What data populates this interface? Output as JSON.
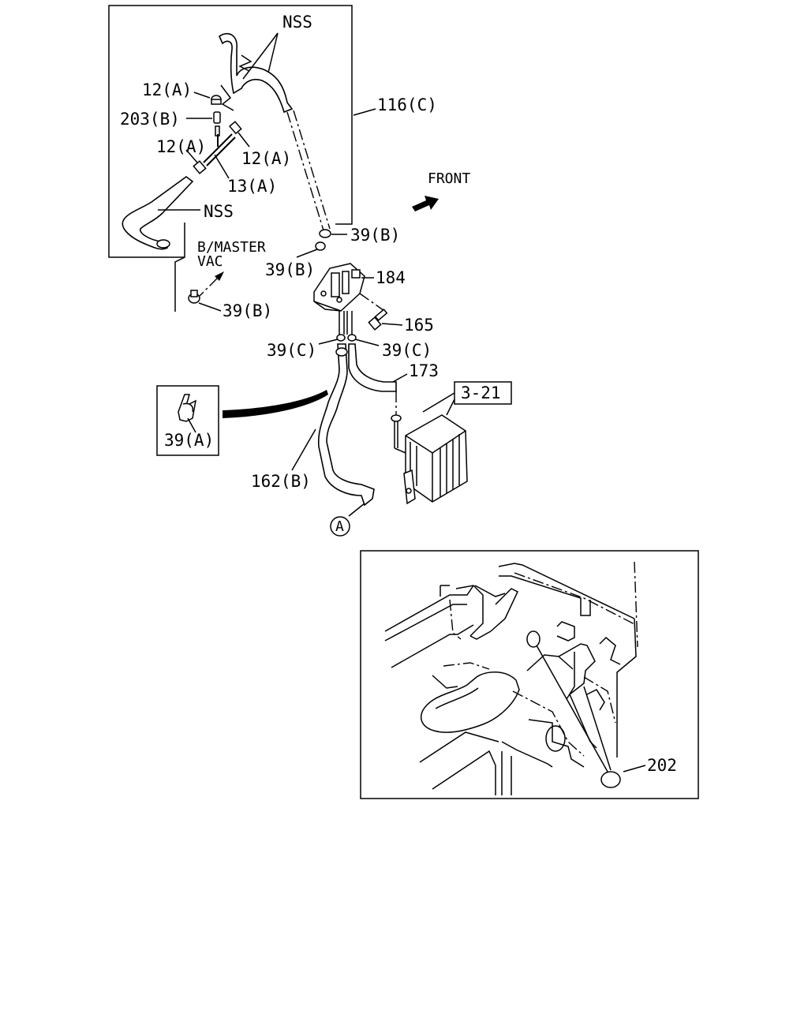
{
  "labels": {
    "nss_top": "NSS",
    "clip_12a_top": "12(A)",
    "conn_203b": "203(B)",
    "clip_12a_left": "12(A)",
    "clip_12a_right": "12(A)",
    "joint_13a": "13(A)",
    "nss_bottom": "NSS",
    "pipe_116c": "116(C)",
    "front": "FRONT",
    "clip_39b_1": "39(B)",
    "bmaster_line1": "B/MASTER",
    "bmaster_line2": "VAC",
    "clip_39b_2": "39(B)",
    "bracket_184": "184",
    "clip_39b_3": "39(B)",
    "bolt_165": "165",
    "clip_39c_left": "39(C)",
    "clip_39c_right": "39(C)",
    "hose_173": "173",
    "ref_3_21": "3-21",
    "clip_39a": "39(A)",
    "hose_162b": "162(B)",
    "circle_a": "A",
    "plug_202": "202"
  }
}
